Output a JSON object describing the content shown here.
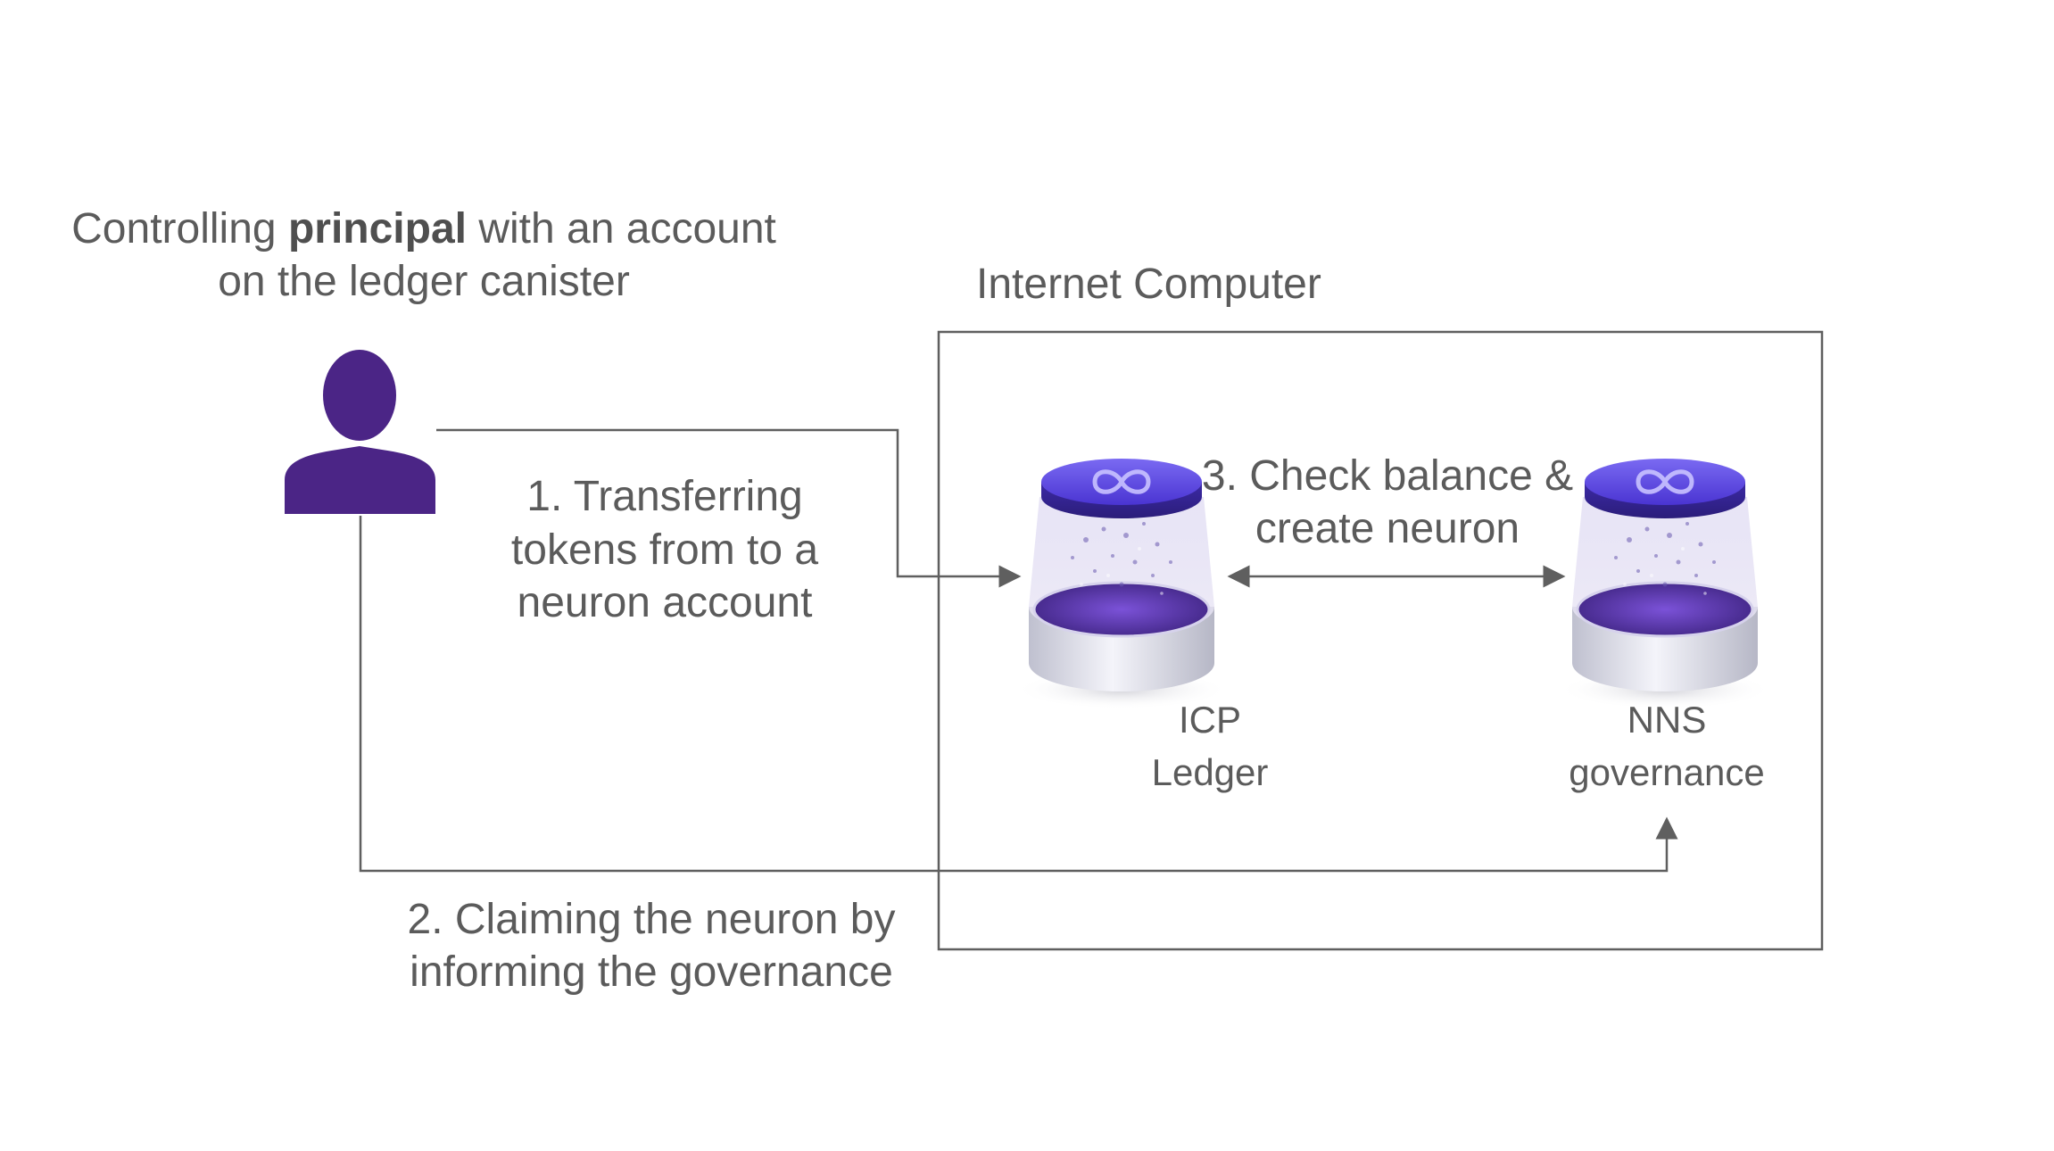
{
  "principal": {
    "line1_pre": "Controlling ",
    "line1_bold": "principal",
    "line1_post": " with an account",
    "line2": "on the ledger canister",
    "icon": "user-icon"
  },
  "internet_computer": {
    "label": "Internet Computer"
  },
  "ledger": {
    "line1": "ICP",
    "line2": "Ledger",
    "icon": "canister-icon"
  },
  "governance": {
    "line1": "NNS",
    "line2": "governance",
    "icon": "canister-icon"
  },
  "steps": {
    "step1": {
      "line1": "1. Transferring",
      "line2": "tokens from to a",
      "line3": "neuron account"
    },
    "step2": {
      "line1": "2. Claiming the neuron by",
      "line2": "informing the governance"
    },
    "step3": {
      "line1": "3. Check balance &",
      "line2": "create neuron"
    }
  },
  "colors": {
    "principal": "#4b2586",
    "canister_top": "#5b45e0",
    "lines": "#5f5f5f",
    "text": "#5b5b5b"
  }
}
